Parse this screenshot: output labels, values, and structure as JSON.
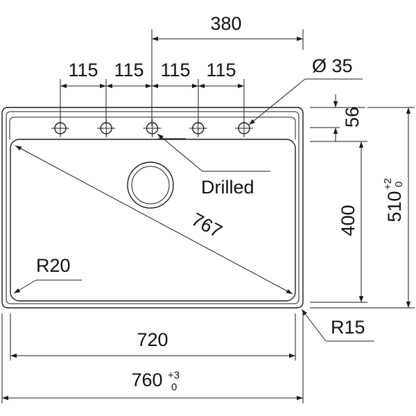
{
  "dimensions": {
    "top_span": "380",
    "hole_spacing": [
      "115",
      "115",
      "115",
      "115"
    ],
    "hole_diameter": "Ø 35",
    "deck_depth": "56",
    "bowl_depth": "400",
    "overall_depth": {
      "value": "510",
      "tol_upper": "+2",
      "tol_lower": "0"
    },
    "bowl_width": "720",
    "overall_width": {
      "value": "760",
      "tol_upper": "+3",
      "tol_lower": "0"
    },
    "diagonal": "767",
    "inner_radius": "R20",
    "outer_radius": "R15"
  },
  "notes": {
    "drilled": "Drilled"
  },
  "tap_hole_count": 5,
  "colors": {
    "line": "#1a1a1a",
    "text": "#111111",
    "background": "#ffffff"
  }
}
